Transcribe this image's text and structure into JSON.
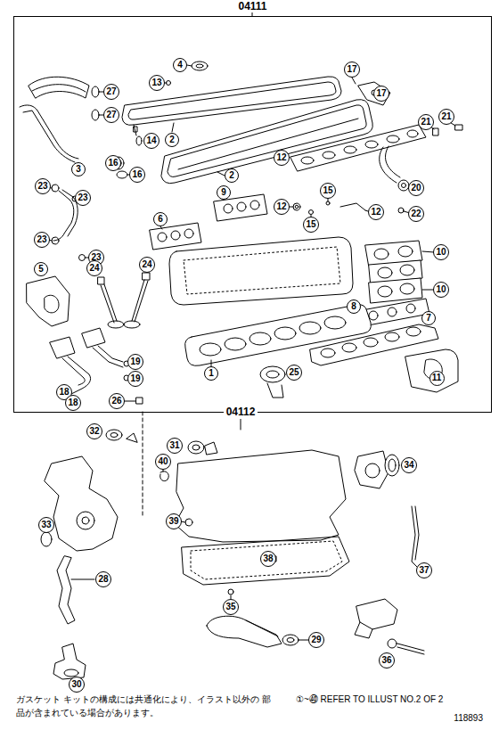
{
  "diagram": {
    "nodes": [
      {
        "text": [
          "04111"
        ]
      },
      {
        "text": [
          "4"
        ],
        "in": 0
      },
      {
        "text": [
          "17"
        ],
        "in": 0
      },
      {
        "text": [
          "13"
        ],
        "in": 0
      },
      {
        "text": [
          "27"
        ],
        "in": 0
      },
      {
        "text": [
          "17"
        ],
        "in": 0
      },
      {
        "text": [
          "27"
        ],
        "in": 0
      },
      {
        "text": [
          "21"
        ],
        "in": 0
      },
      {
        "text": [
          "21"
        ],
        "in": 0
      },
      {
        "text": [
          "14"
        ],
        "in": 0
      },
      {
        "text": [
          "2"
        ],
        "in": 0
      },
      {
        "text": [
          "12"
        ],
        "in": 0
      },
      {
        "text": [
          "16"
        ],
        "in": 0
      },
      {
        "text": [
          "3"
        ],
        "in": 0
      },
      {
        "text": [
          "16"
        ],
        "in": 0
      },
      {
        "text": [
          "2"
        ],
        "in": 0
      },
      {
        "text": [
          "23"
        ],
        "in": 0
      },
      {
        "text": [
          "20"
        ],
        "in": 0
      },
      {
        "text": [
          "15"
        ],
        "in": 0
      },
      {
        "text": [
          "9"
        ],
        "in": 0
      },
      {
        "text": [
          "23"
        ],
        "in": 0
      },
      {
        "text": [
          "12"
        ],
        "in": 0
      },
      {
        "text": [
          "12"
        ],
        "in": 0
      },
      {
        "text": [
          "22"
        ],
        "in": 0
      },
      {
        "text": [
          "6"
        ],
        "in": 0
      },
      {
        "text": [
          "15"
        ],
        "in": 0
      },
      {
        "text": [
          "23"
        ],
        "in": 0
      },
      {
        "text": [
          "10"
        ],
        "in": 0
      },
      {
        "text": [
          "23"
        ],
        "in": 0
      },
      {
        "text": [
          "24"
        ],
        "in": 0
      },
      {
        "text": [
          "24"
        ],
        "in": 0
      },
      {
        "text": [
          "5"
        ],
        "in": 0
      },
      {
        "text": [
          "10"
        ],
        "in": 0
      },
      {
        "text": [
          "8"
        ],
        "in": 0
      },
      {
        "text": [
          "7"
        ],
        "in": 0
      },
      {
        "text": [
          "19"
        ],
        "in": 0
      },
      {
        "text": [
          "25"
        ],
        "in": 0
      },
      {
        "text": [
          "1"
        ],
        "in": 0
      },
      {
        "text": [
          "19"
        ],
        "in": 0
      },
      {
        "text": [
          "11"
        ],
        "in": 0
      },
      {
        "text": [
          "18"
        ],
        "in": 0
      },
      {
        "text": [
          "26"
        ],
        "in": 0
      },
      {
        "text": [
          "18"
        ],
        "in": 0
      },
      {
        "text": [
          "32"
        ]
      },
      {
        "text": [
          "31"
        ]
      },
      {
        "text": [
          "40"
        ]
      },
      {
        "text": [
          "34"
        ]
      },
      {
        "text": [
          "39"
        ]
      },
      {
        "text": [
          "33"
        ]
      },
      {
        "text": [
          "38"
        ]
      },
      {
        "text": [
          "37"
        ]
      },
      {
        "text": [
          "28"
        ]
      },
      {
        "text": [
          "35"
        ]
      },
      {
        "text": [
          "29"
        ]
      },
      {
        "text": [
          "36"
        ]
      },
      {
        "text": [
          "30"
        ]
      }
    ],
    "labels": [
      "04112",
      "ガスケット キットの構成には共通化により、イラスト以外の 部品が含まれている場合があります。",
      "①~㊵ REFER TO ILLUST NO.2 OF 2",
      "118893"
    ]
  }
}
